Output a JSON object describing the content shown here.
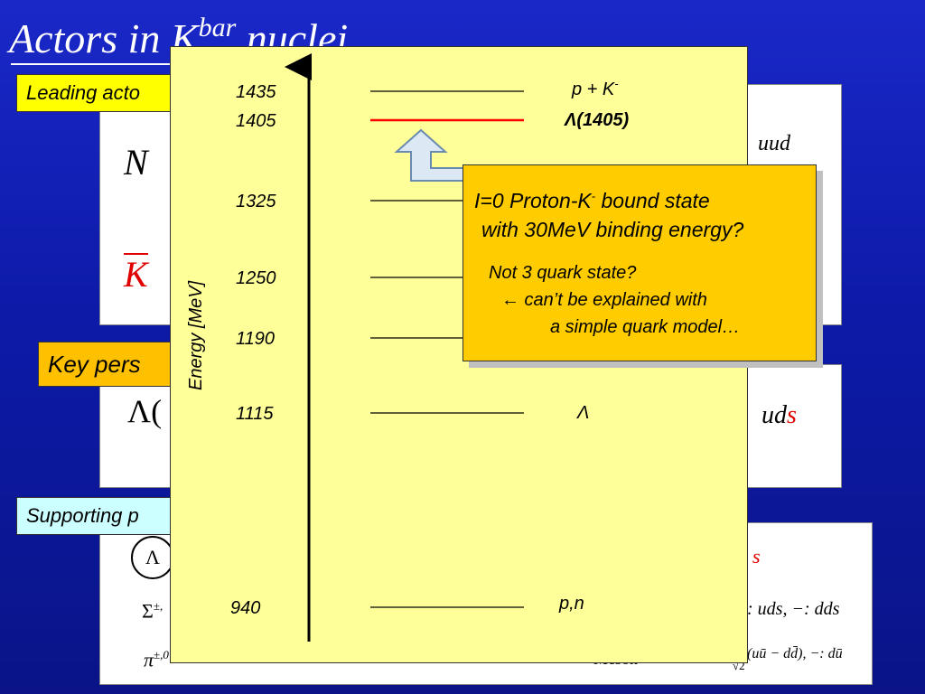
{
  "slide": {
    "title_main": "Actors in K",
    "title_sup": "bar",
    "title_tail": " nuclei"
  },
  "labels": {
    "leading": "Leading acto",
    "key": "Key pers",
    "supporting": "Supporting p"
  },
  "background_symbols": {
    "nucleon": "N",
    "kbar": "K",
    "uud": "uud",
    "lambda_paren": "Λ(",
    "uds_prefix": "ud",
    "uds_s": "s",
    "lambda_circle": "Λ",
    "sigma": "Σ",
    "sigma_sup": "±,",
    "pi": "π",
    "pi_sup": "±,0",
    "s_right": "s",
    "sigma_quarks": ": uds, −: dds",
    "pi_quarks": "(uū − dd̄), −: dū",
    "sqrt2": "√2",
    "meson": "Meson"
  },
  "energy_diagram": {
    "axis_label": "Energy [MeV]",
    "levels": [
      {
        "value": 1435,
        "label": "1435",
        "state": "p + K",
        "state_sup": "-"
      },
      {
        "value": 1405,
        "label": "1405",
        "state": "Λ(1405)",
        "state_sup": ""
      },
      {
        "value": 1325,
        "label": "1325",
        "state": "",
        "state_sup": ""
      },
      {
        "value": 1250,
        "label": "1250",
        "state": "",
        "state_sup": ""
      },
      {
        "value": 1190,
        "label": "1190",
        "state": "",
        "state_sup": ""
      },
      {
        "value": 1115,
        "label": "1115",
        "state": "Λ",
        "state_sup": ""
      },
      {
        "value": 940,
        "label": "940",
        "state": "p,n",
        "state_sup": ""
      }
    ],
    "highlight_value": 1405,
    "colors": {
      "highlight": "#ff0000",
      "line": "#000000",
      "arrow_fill": "#dde8f5",
      "arrow_stroke": "#6a8bb0"
    }
  },
  "callout": {
    "line1_a": "I=0 Proton-K",
    "line1_sup": "-",
    "line1_b": " bound state",
    "line2": "with 30MeV binding energy?",
    "line3": "Not 3 quark state?",
    "line4": "←  can’t be explained with",
    "line5": "a simple quark model…"
  }
}
